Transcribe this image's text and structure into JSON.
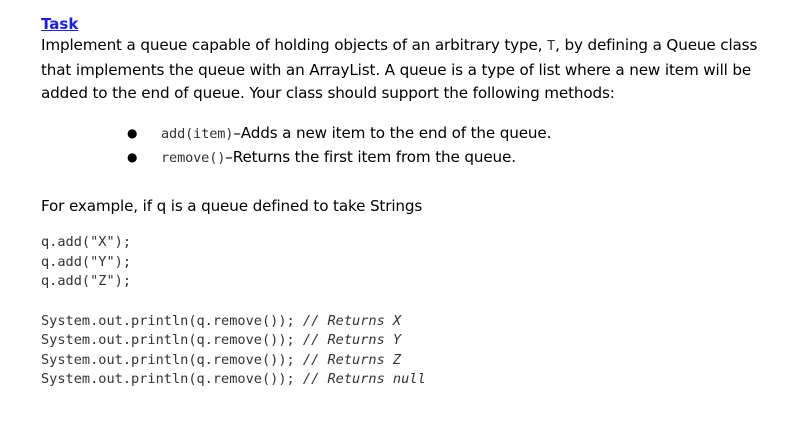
{
  "heading": "Task",
  "intro": {
    "part1": "Implement a queue capable of holding objects of an arbitrary type, ",
    "type_param": "T",
    "part2": ", by defining a Queue class that implements the queue with an ArrayList. A queue is a type of list where a new item will be added to the end of queue. Your class should support the following methods:"
  },
  "methods": [
    {
      "signature": "add(item)",
      "description": "–Adds a new item to the end of the queue."
    },
    {
      "signature": "remove()",
      "description": "–Returns the first item from the queue."
    }
  ],
  "example_intro": "For example, if q is a queue defined to take Strings",
  "code_adds": [
    "q.add(\"X\");",
    "q.add(\"Y\");",
    "q.add(\"Z\");"
  ],
  "code_prints": [
    {
      "code": "System.out.println(q.remove()); ",
      "comment": "// Returns X"
    },
    {
      "code": "System.out.println(q.remove()); ",
      "comment": "// Returns Y"
    },
    {
      "code": "System.out.println(q.remove()); ",
      "comment": "// Returns Z"
    },
    {
      "code": "System.out.println(q.remove()); ",
      "comment": "// Returns null"
    }
  ],
  "colors": {
    "heading": "#1a1aff",
    "text": "#000000",
    "code": "#333333"
  }
}
